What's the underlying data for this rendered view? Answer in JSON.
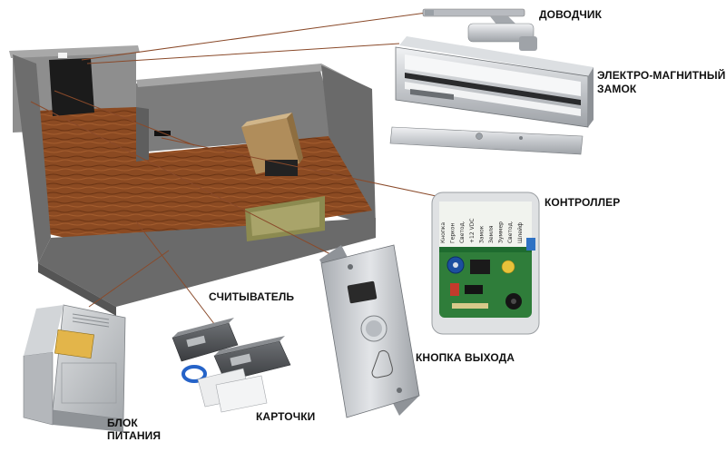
{
  "labels": {
    "closer": "ДОВОДЧИК",
    "maglock_line1": "ЭЛЕКТРО-МАГНИТНЫЙ",
    "maglock_line2": "ЗАМОК",
    "controller": "КОНТРОЛЛЕР",
    "reader": "СЧИТЫВАТЕЛЬ",
    "exit_button": "КНОПКА ВЫХОДА",
    "cards": "КАРТОЧКИ",
    "psu_line1": "БЛОК",
    "psu_line2": "ПИТАНИЯ"
  },
  "terminal_labels": [
    "Кнопка",
    "Геркон",
    "Светод.",
    "+12 VDC",
    "Замок",
    "Земля",
    "Зуммер",
    "Светод.",
    "Шлейф"
  ],
  "colors": {
    "wire": "#8a4a2a",
    "floor": "#8b4a22",
    "wall": "#6f6f6f",
    "metal": "#c9ccd0",
    "pcb": "#2f7d3a"
  }
}
